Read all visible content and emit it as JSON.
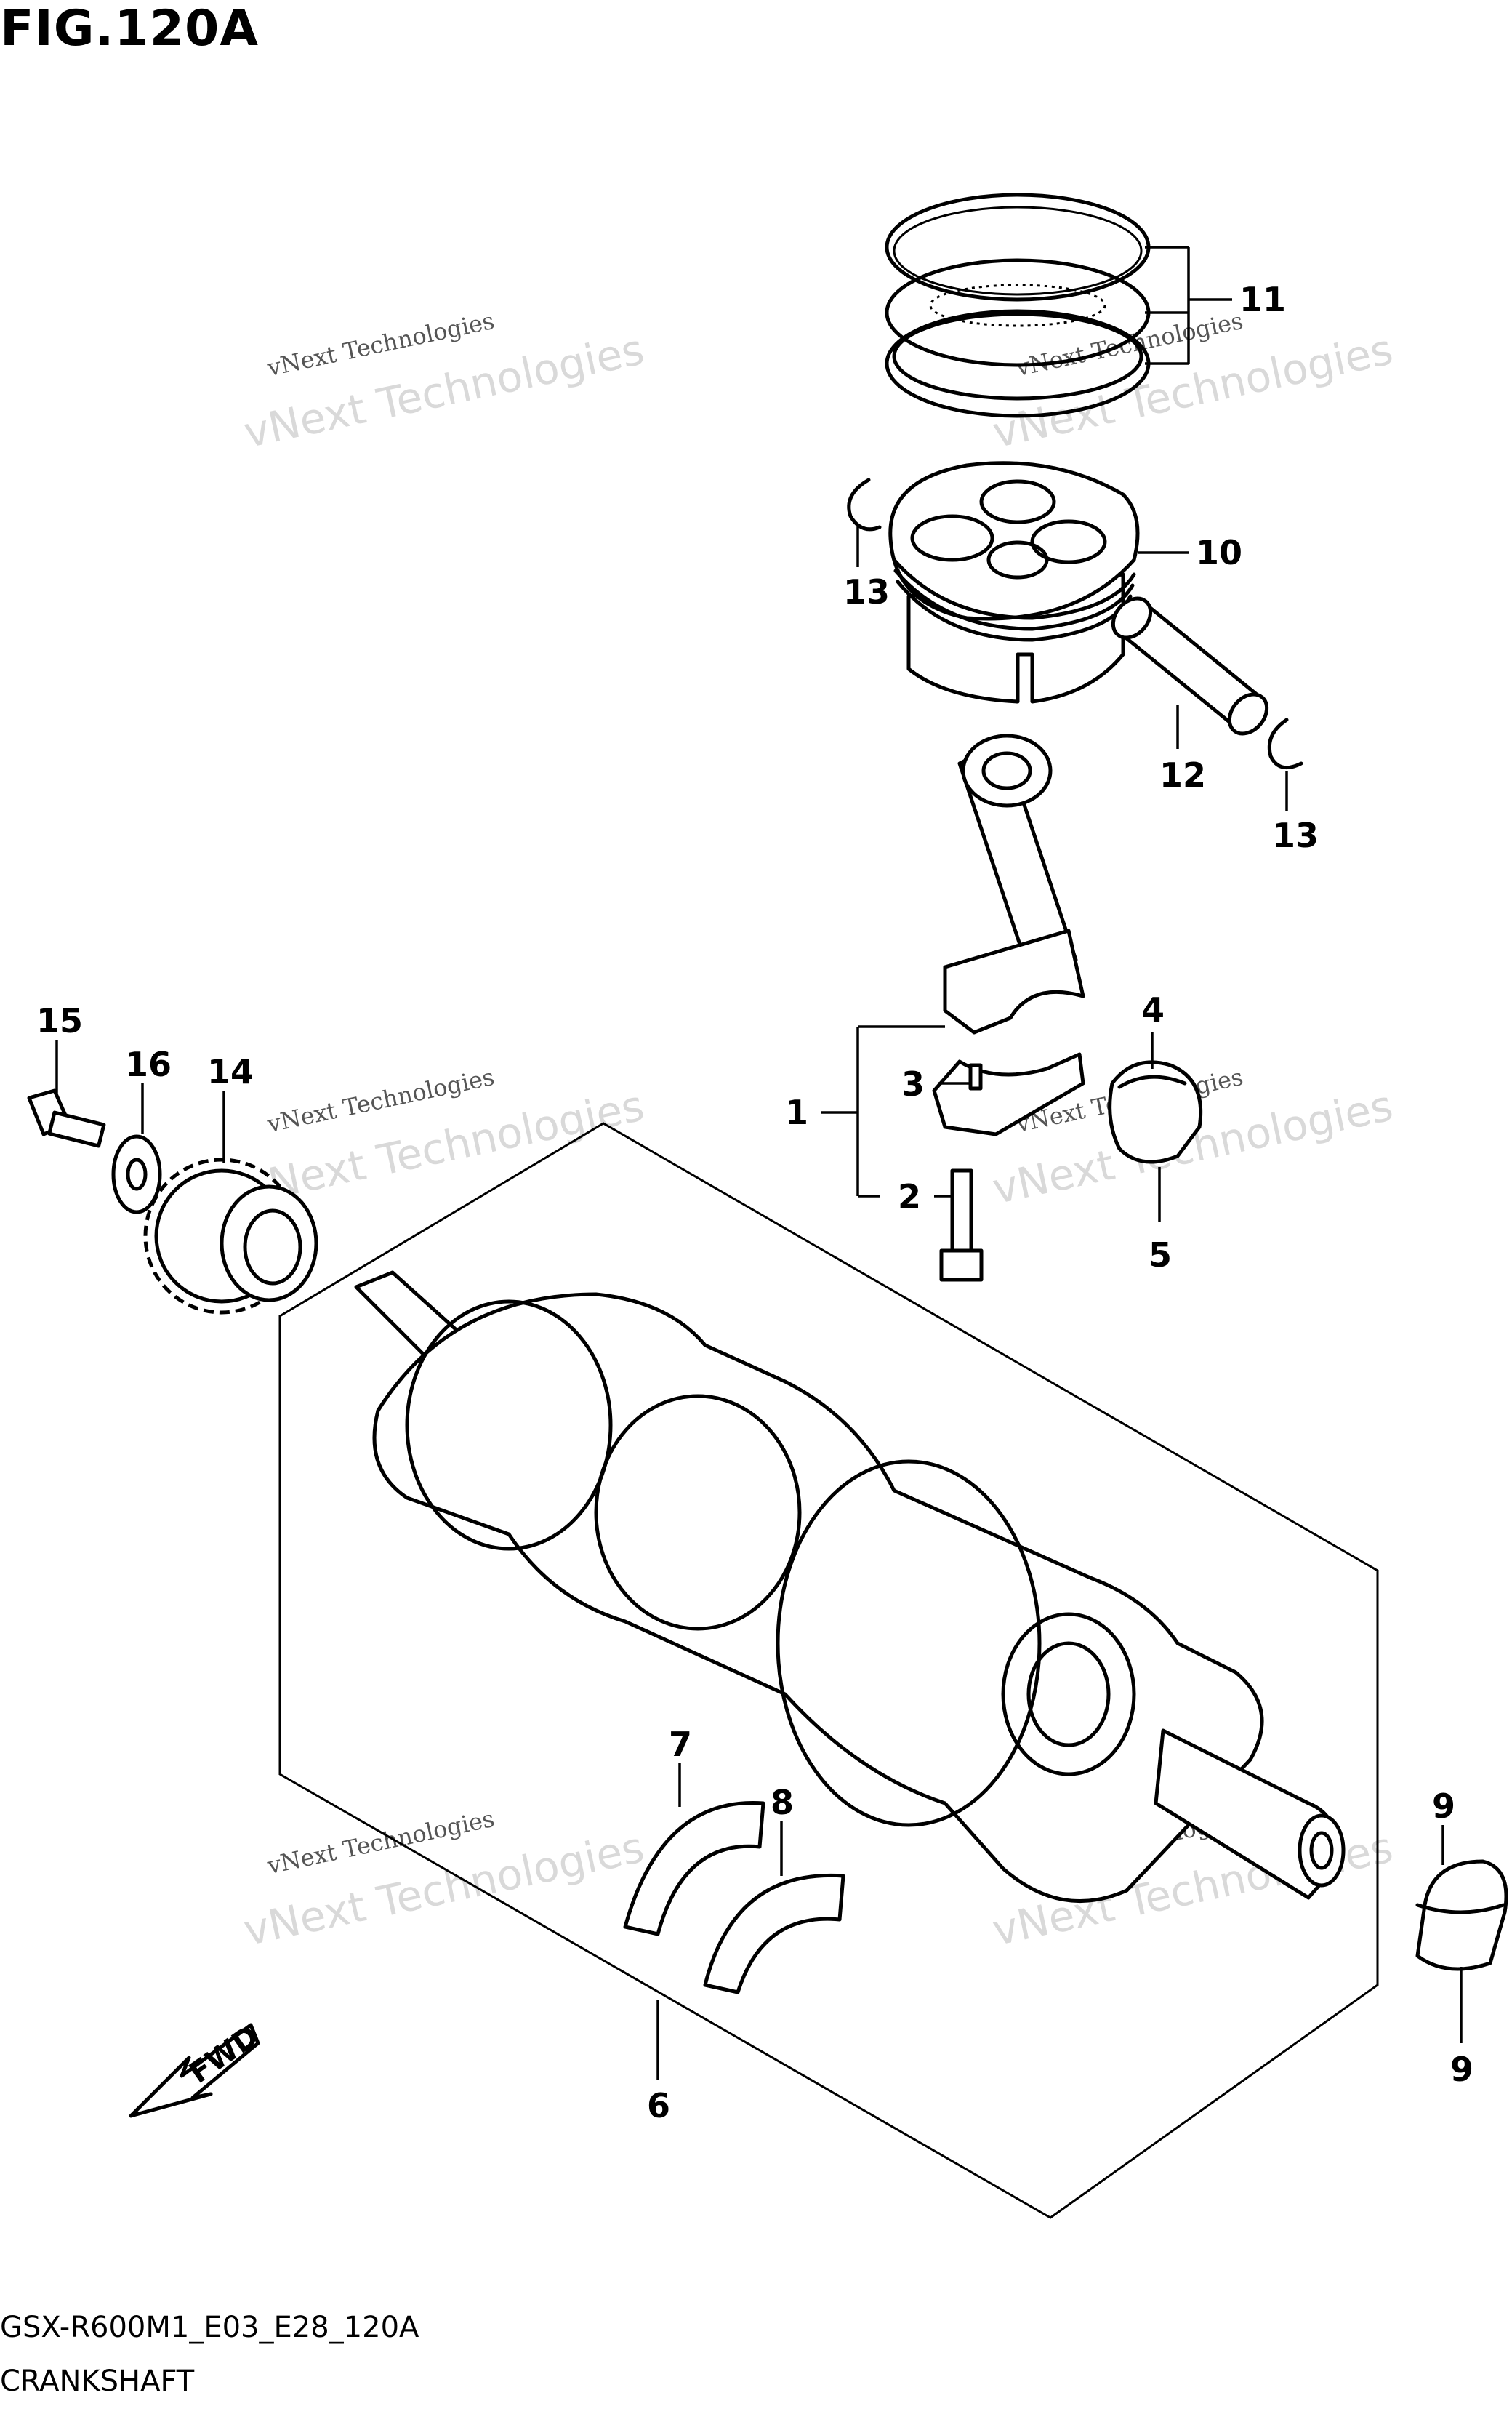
{
  "figure_title": "FIG.120A",
  "model_code": "GSX-R600M1_E03_E28_120A",
  "section_name": "CRANKSHAFT",
  "fwd_label": "FWD",
  "watermark": {
    "line1": "vNext Technologies",
    "line2": "vNext Technologies"
  },
  "callouts": {
    "c1": "1",
    "c2": "2",
    "c3": "3",
    "c4": "4",
    "c5": "5",
    "c6": "6",
    "c7": "7",
    "c8": "8",
    "c9a": "9",
    "c9b": "9",
    "c10": "10",
    "c11": "11",
    "c12": "12",
    "c13a": "13",
    "c13b": "13",
    "c14": "14",
    "c15": "15",
    "c16": "16"
  }
}
